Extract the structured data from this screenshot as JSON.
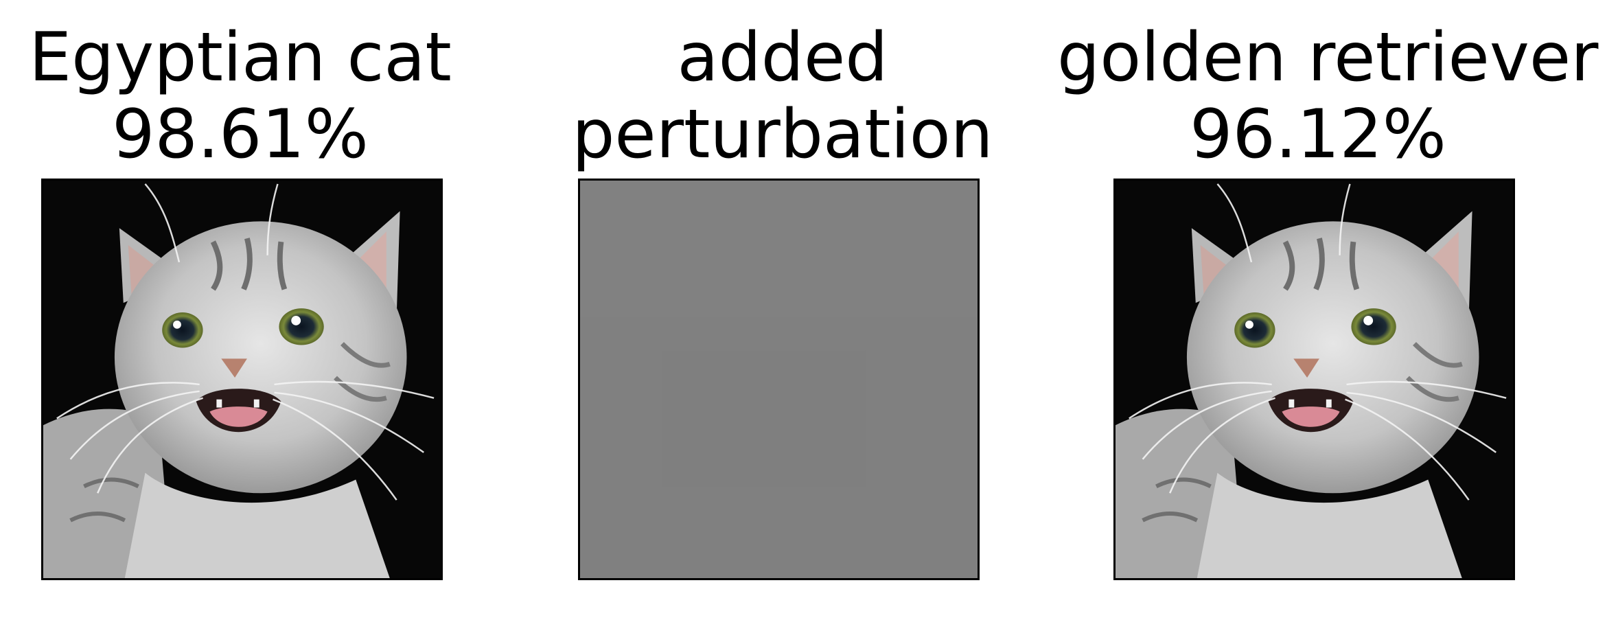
{
  "panels": [
    {
      "title_line1": "Egyptian cat",
      "title_line2": "98.61%",
      "image": "cat-photo"
    },
    {
      "title_line1": "added",
      "title_line2": "perturbation",
      "image": "perturbation-gray",
      "fill_color": "#808080"
    },
    {
      "title_line1": "golden retriever",
      "title_line2": "96.12%",
      "image": "cat-photo"
    }
  ],
  "colors": {
    "background": "#ffffff",
    "frame": "#000000",
    "perturbation": "#808080"
  }
}
